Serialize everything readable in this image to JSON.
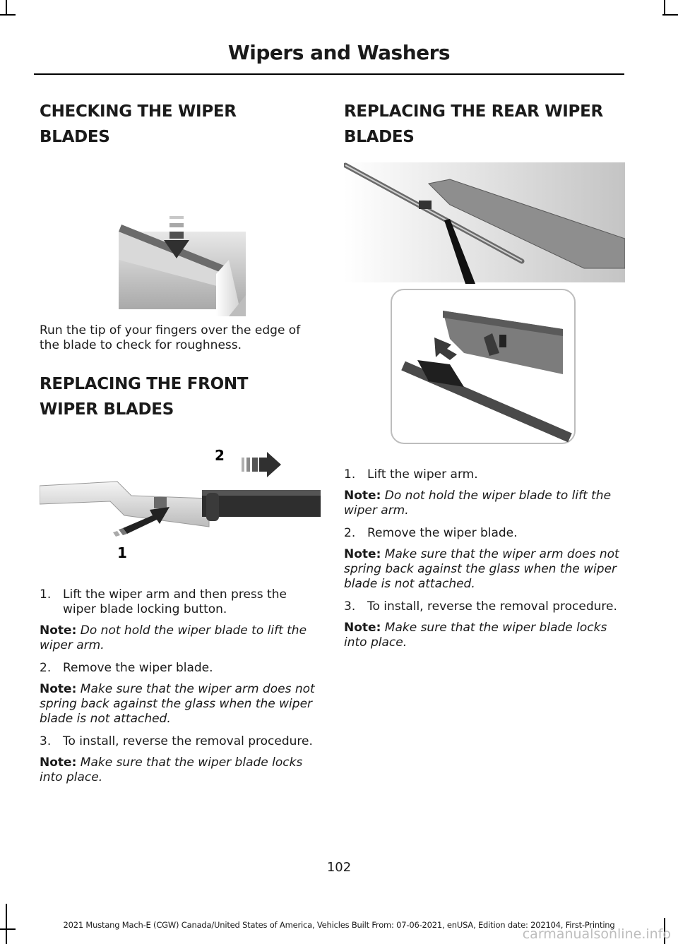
{
  "header": {
    "title": "Wipers and Washers"
  },
  "left": {
    "section1": {
      "heading_line1": "CHECKING THE WIPER",
      "heading_line2": "BLADES",
      "body": "Run the tip of your fingers over the edge of the blade to check for roughness."
    },
    "section2": {
      "heading_line1": "REPLACING THE FRONT",
      "heading_line2": "WIPER BLADES",
      "figure_labels": {
        "one": "1",
        "two": "2"
      },
      "steps": [
        {
          "num": "1.",
          "text": "Lift the wiper arm and then press the wiper blade locking button."
        },
        {
          "num": "2.",
          "text": "Remove the wiper blade."
        },
        {
          "num": "3.",
          "text": "To install, reverse the removal procedure."
        }
      ],
      "notes": [
        {
          "label": "Note:",
          "text": "Do not hold the wiper blade to lift the wiper arm."
        },
        {
          "label": "Note:",
          "text": "Make sure that the wiper arm does not spring back against the glass when the wiper blade is not attached."
        },
        {
          "label": "Note:",
          "text": "Make sure that the wiper blade locks into place."
        }
      ]
    }
  },
  "right": {
    "section": {
      "heading_line1": "REPLACING THE REAR WIPER",
      "heading_line2": "BLADES",
      "steps": [
        {
          "num": "1.",
          "text": "Lift the wiper arm."
        },
        {
          "num": "2.",
          "text": "Remove the wiper blade."
        },
        {
          "num": "3.",
          "text": "To install, reverse the removal procedure."
        }
      ],
      "notes": [
        {
          "label": "Note:",
          "text": "Do not hold the wiper blade to lift the wiper arm."
        },
        {
          "label": "Note:",
          "text": "Make sure that the wiper arm does not spring back against the glass when the wiper blade is not attached."
        },
        {
          "label": "Note:",
          "text": "Make sure that the wiper blade locks into place."
        }
      ]
    }
  },
  "footer": {
    "page_number": "102",
    "text": "2021 Mustang Mach-E (CGW) Canada/United States of America, Vehicles Built From: 07-06-2021, enUSA, Edition date: 202104, First-Printing",
    "watermark": "carmanualsonline.info"
  }
}
